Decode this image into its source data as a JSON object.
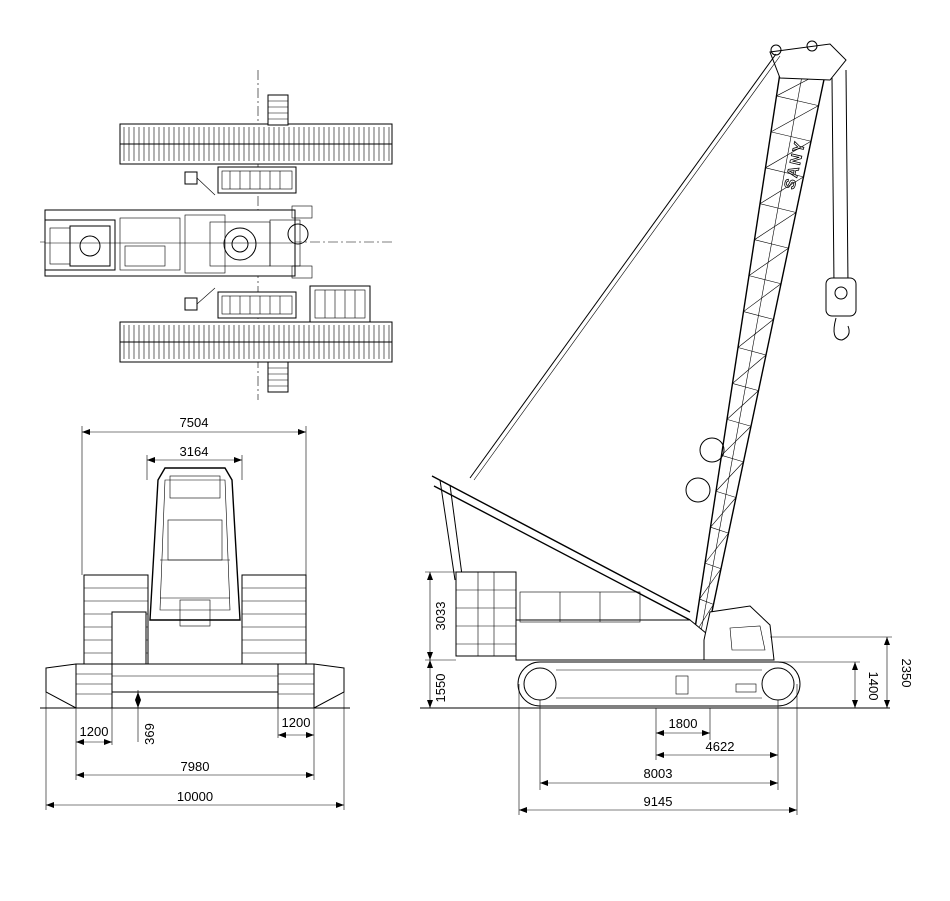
{
  "brand": "SANY",
  "units": "mm",
  "dimensions": {
    "front_view": {
      "upper_width": "7504",
      "cab_width": "3164",
      "track_width_left": "1200",
      "ground_clearance": "369",
      "track_width_right": "1200",
      "track_gauge": "7980",
      "overall_width": "10000"
    },
    "side_view": {
      "counterweight_height": "3033",
      "counterweight_clearance": "1550",
      "overall_height": "2350",
      "track_height": "1400",
      "rear_to_rotation_short": "1800",
      "rotation_to_front": "4622",
      "track_center_length": "8003",
      "track_overall_length": "9145"
    }
  }
}
